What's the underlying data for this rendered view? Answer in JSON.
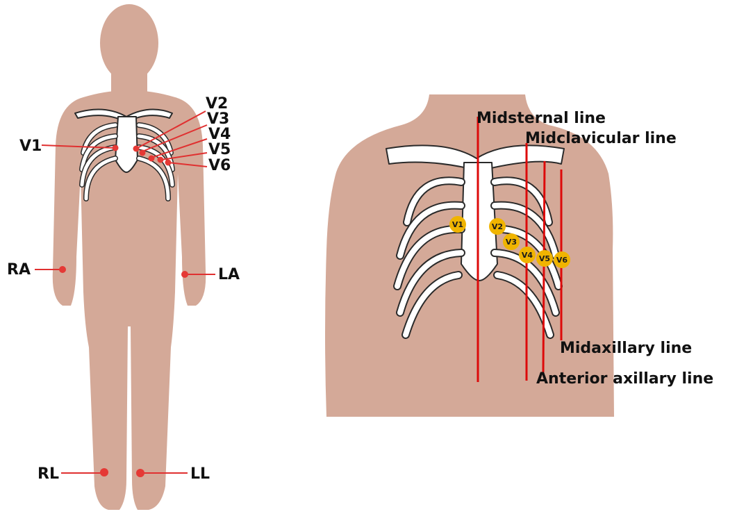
{
  "left_figure": {
    "chest_leads": [
      "V1",
      "V2",
      "V3",
      "V4",
      "V5",
      "V6"
    ],
    "limb_leads": {
      "right_arm": "RA",
      "left_arm": "LA",
      "right_leg": "RL",
      "left_leg": "LL"
    },
    "electrode_color": "#e53935",
    "skin_color": "#d4a998"
  },
  "right_figure": {
    "reference_lines": {
      "midsternal": "Midsternal line",
      "midclavicular": "Midclavicular line",
      "anterior_axillary": "Anterior axillary line",
      "midaxillary": "Midaxillary line"
    },
    "electrodes": [
      "V1",
      "V2",
      "V3",
      "V4",
      "V5",
      "V6"
    ],
    "electrode_color": "#f0b400",
    "line_color": "#dd0a0a"
  }
}
